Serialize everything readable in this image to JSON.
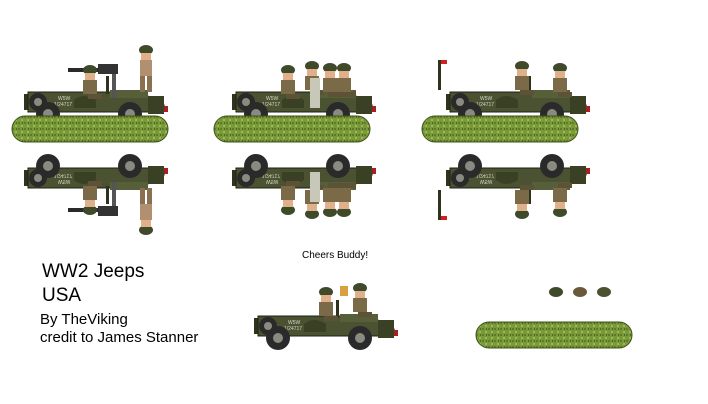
{
  "sheet": {
    "title": "WW2 Jeeps",
    "country": "USA",
    "author": "By TheViking",
    "credit": "credit to James Stanner",
    "speech_bubble": "Cheers Buddy!"
  },
  "sprites": [
    {
      "name": "jeep-machine-gun",
      "variant": "mounted machine gun with gunner"
    },
    {
      "name": "jeep-passengers",
      "variant": "four soldiers"
    },
    {
      "name": "jeep-officers",
      "variant": "two officers"
    },
    {
      "name": "jeep-cheers",
      "variant": "driver and toasting passenger"
    },
    {
      "name": "helmets",
      "variant": "three loose helmets"
    },
    {
      "name": "grass-base",
      "variant": "empty base"
    }
  ],
  "colors": {
    "jeep_olive": "#4b5232",
    "jeep_dark": "#2f331e",
    "tire": "#2a2a2a",
    "rim": "#8a8a80",
    "grass": "#7a9a3a",
    "grass_dark": "#4d6a22",
    "uniform": "#7a6a48",
    "skin": "#e0b08a",
    "helmet": "#3f4a2a"
  }
}
